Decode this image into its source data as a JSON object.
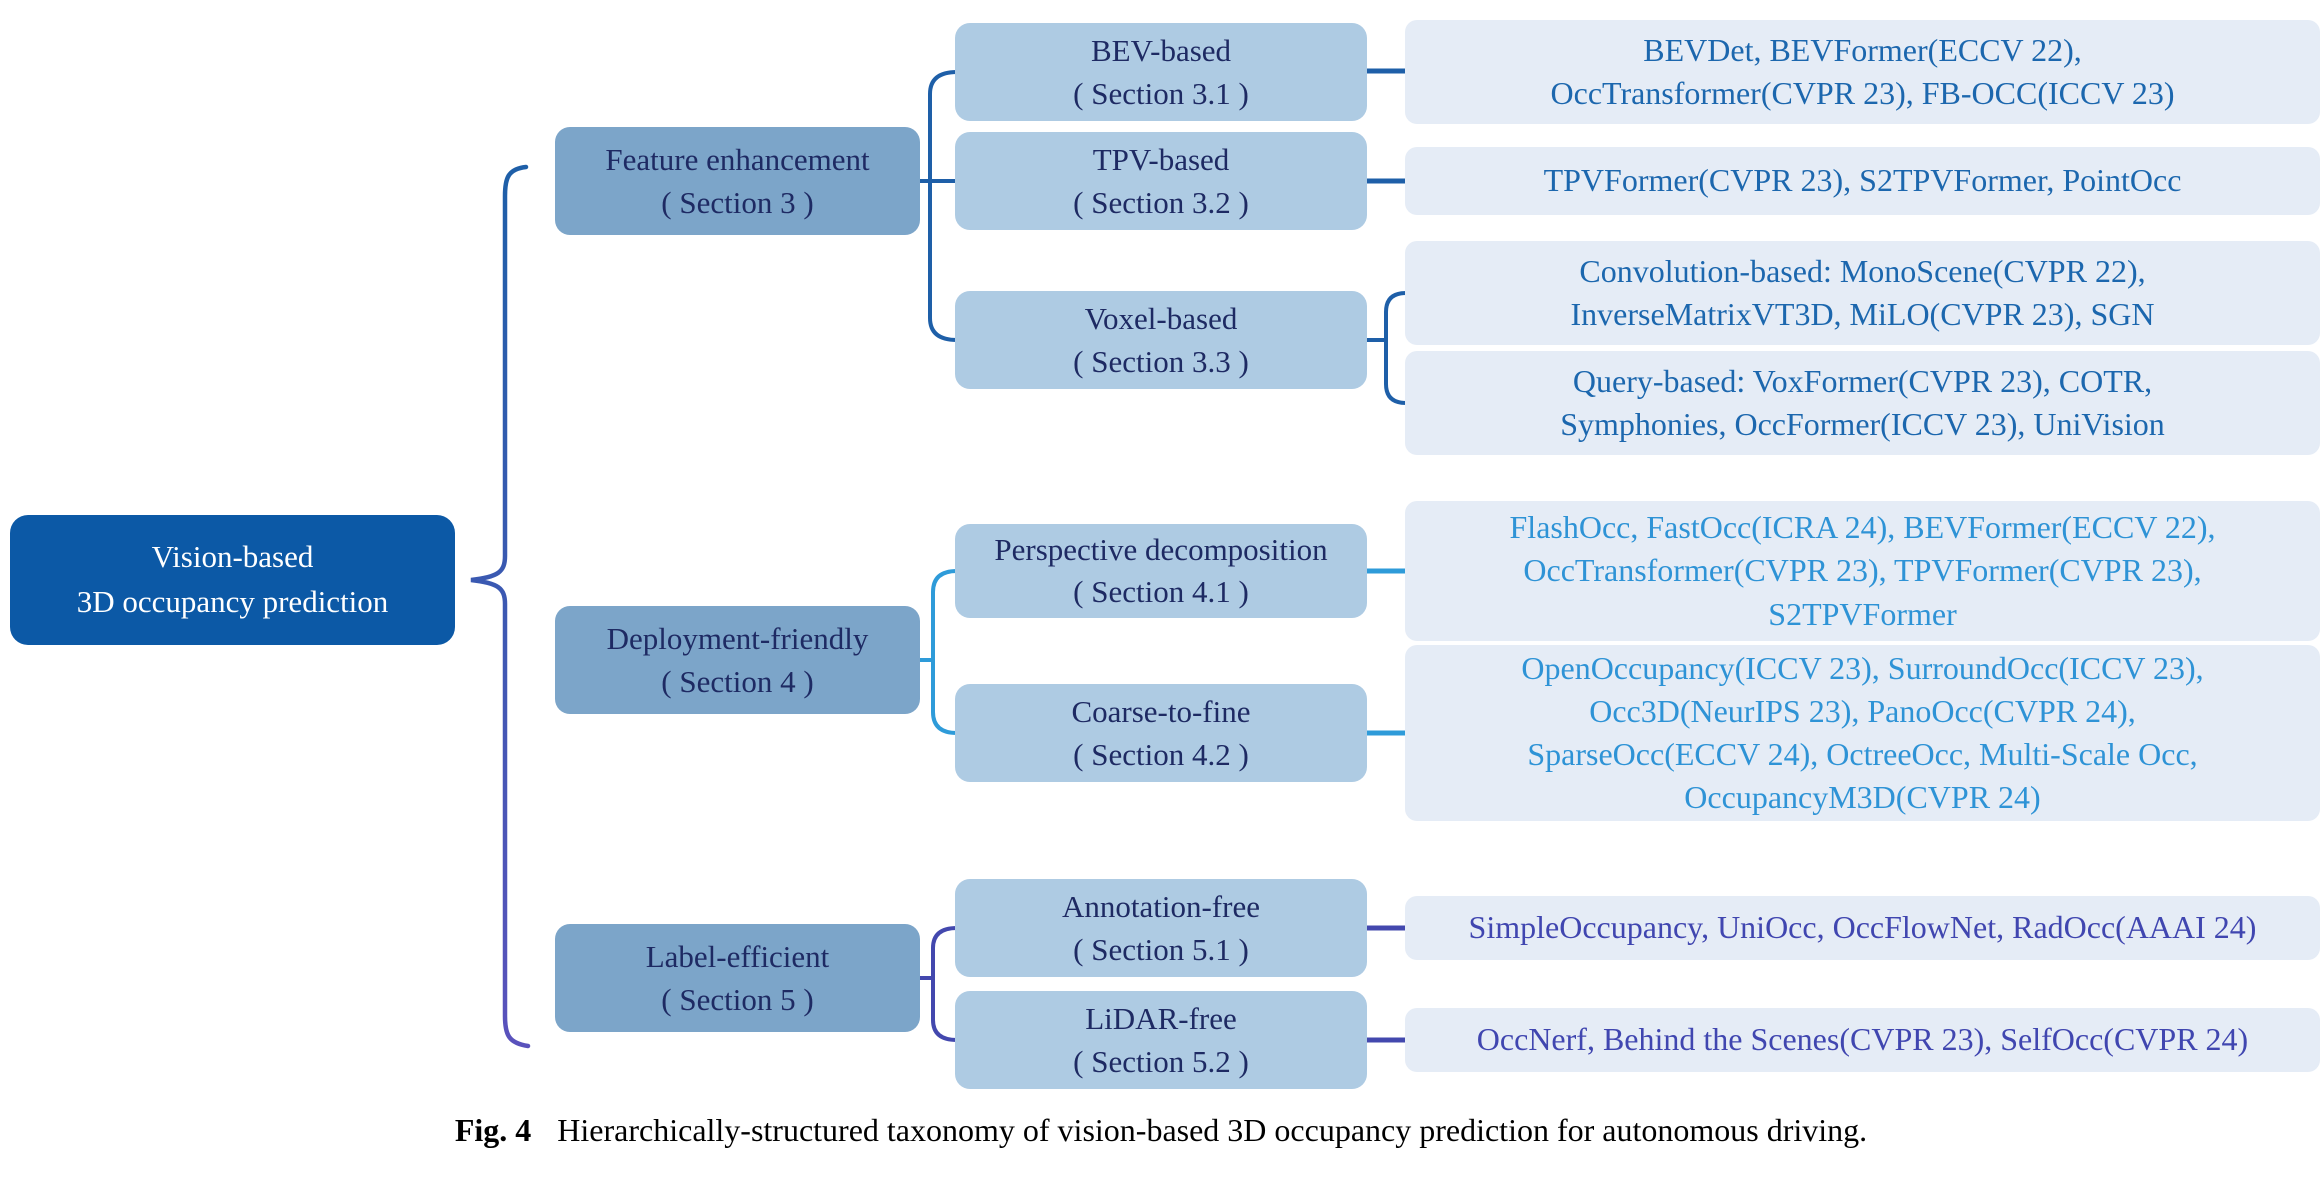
{
  "root": {
    "line1": "Vision-based",
    "line2": "3D occupancy prediction"
  },
  "branches": [
    {
      "label": "Feature enhancement",
      "section": "( Section 3 )",
      "children": [
        {
          "label": "BEV-based",
          "section": "( Section 3.1 )",
          "leaves": [
            [
              "BEVDet, BEVFormer(ECCV 22),",
              "OccTransformer(CVPR 23), FB-OCC(ICCV 23)"
            ]
          ]
        },
        {
          "label": "TPV-based",
          "section": "( Section 3.2 )",
          "leaves": [
            [
              "TPVFormer(CVPR 23), S2TPVFormer, PointOcc"
            ]
          ]
        },
        {
          "label": "Voxel-based",
          "section": "( Section 3.3 )",
          "leaves": [
            [
              "Convolution-based: MonoScene(CVPR 22),",
              "InverseMatrixVT3D, MiLO(CVPR 23), SGN"
            ],
            [
              "Query-based: VoxFormer(CVPR 23), COTR,",
              "Symphonies, OccFormer(ICCV 23), UniVision"
            ]
          ]
        }
      ]
    },
    {
      "label": "Deployment-friendly",
      "section": "( Section 4 )",
      "children": [
        {
          "label": "Perspective decomposition",
          "section": "( Section 4.1 )",
          "leaves": [
            [
              "FlashOcc, FastOcc(ICRA 24), BEVFormer(ECCV 22),",
              "OccTransformer(CVPR 23), TPVFormer(CVPR 23),",
              "S2TPVFormer"
            ]
          ]
        },
        {
          "label": "Coarse-to-fine",
          "section": "( Section 4.2 )",
          "leaves": [
            [
              "OpenOccupancy(ICCV 23), SurroundOcc(ICCV 23),",
              "Occ3D(NeurIPS 23), PanoOcc(CVPR 24),",
              "SparseOcc(ECCV 24), OctreeOcc, Multi-Scale Occ,",
              "OccupancyM3D(CVPR 24)"
            ]
          ]
        }
      ]
    },
    {
      "label": "Label-efficient",
      "section": "( Section 5 )",
      "children": [
        {
          "label": "Annotation-free",
          "section": "( Section 5.1 )",
          "leaves": [
            [
              "SimpleOccupancy, UniOcc, OccFlowNet, RadOcc(AAAI 24)"
            ]
          ]
        },
        {
          "label": "LiDAR-free",
          "section": "( Section 5.2 )",
          "leaves": [
            [
              "OccNerf, Behind the Scenes(CVPR 23), SelfOcc(CVPR 24)"
            ]
          ]
        }
      ]
    }
  ],
  "caption": {
    "label": "Fig. 4",
    "text": "Hierarchically-structured taxonomy of vision-based 3D occupancy prediction for autonomous driving."
  },
  "colors": {
    "root_fill": "#0c59a6",
    "root_text": "#ffffff",
    "branch_fill": "#7ca5c9",
    "sub_fill": "#aecbe3",
    "leaf_fill": "#e5ecf6",
    "node_text": "#1e2a63",
    "group3_text": "#1c67ae",
    "group4_text": "#2e93d6",
    "group5_text": "#4046b0",
    "group3_line": "#1e5fa8",
    "group4_line": "#2e9bd9",
    "group5_line": "#4348ae",
    "brace_top": "#1e5fa8",
    "brace_bottom": "#5a52bc"
  }
}
